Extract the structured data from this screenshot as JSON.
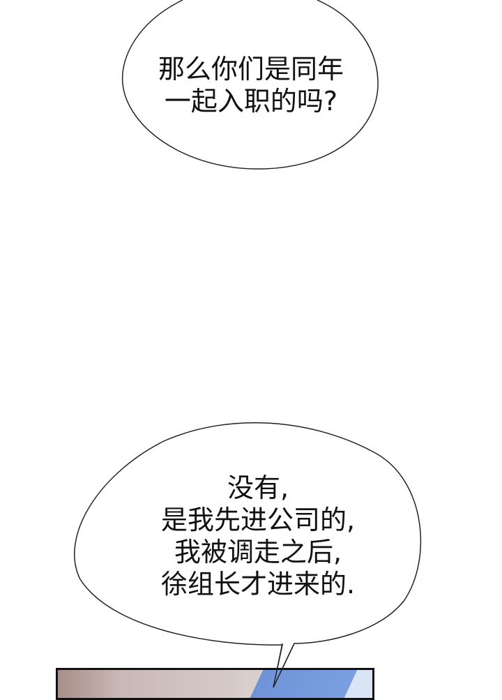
{
  "page": {
    "background": "#ffffff",
    "type": "webcomic panel"
  },
  "bubbles": [
    {
      "lines": [
        "那么你们是同年",
        "一起入职的吗?"
      ]
    },
    {
      "lines": [
        "没有,",
        "是我先进公司的,",
        "我被调走之后,",
        "徐组长才进来的."
      ]
    }
  ],
  "panel": {
    "colors": {
      "skin": "#c8b8b6",
      "blue": "#7aa0e2",
      "border": "#111111"
    }
  }
}
